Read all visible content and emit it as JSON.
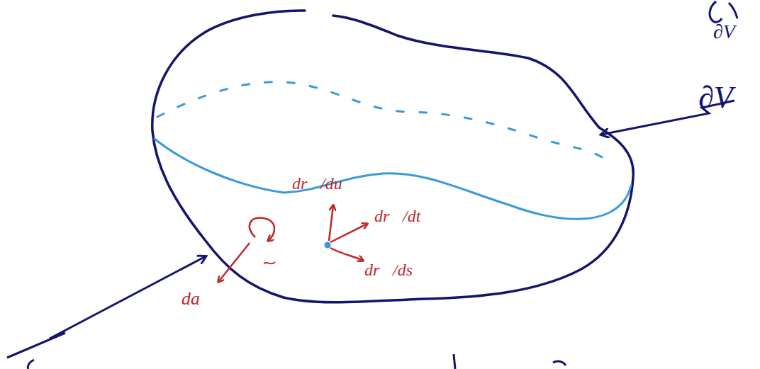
{
  "diagram": {
    "labels": [
      "dr⃗/du",
      "dr⃗/dt",
      "dr⃗/ds",
      "da⃗",
      "∂V",
      "∂V"
    ]
  }
}
